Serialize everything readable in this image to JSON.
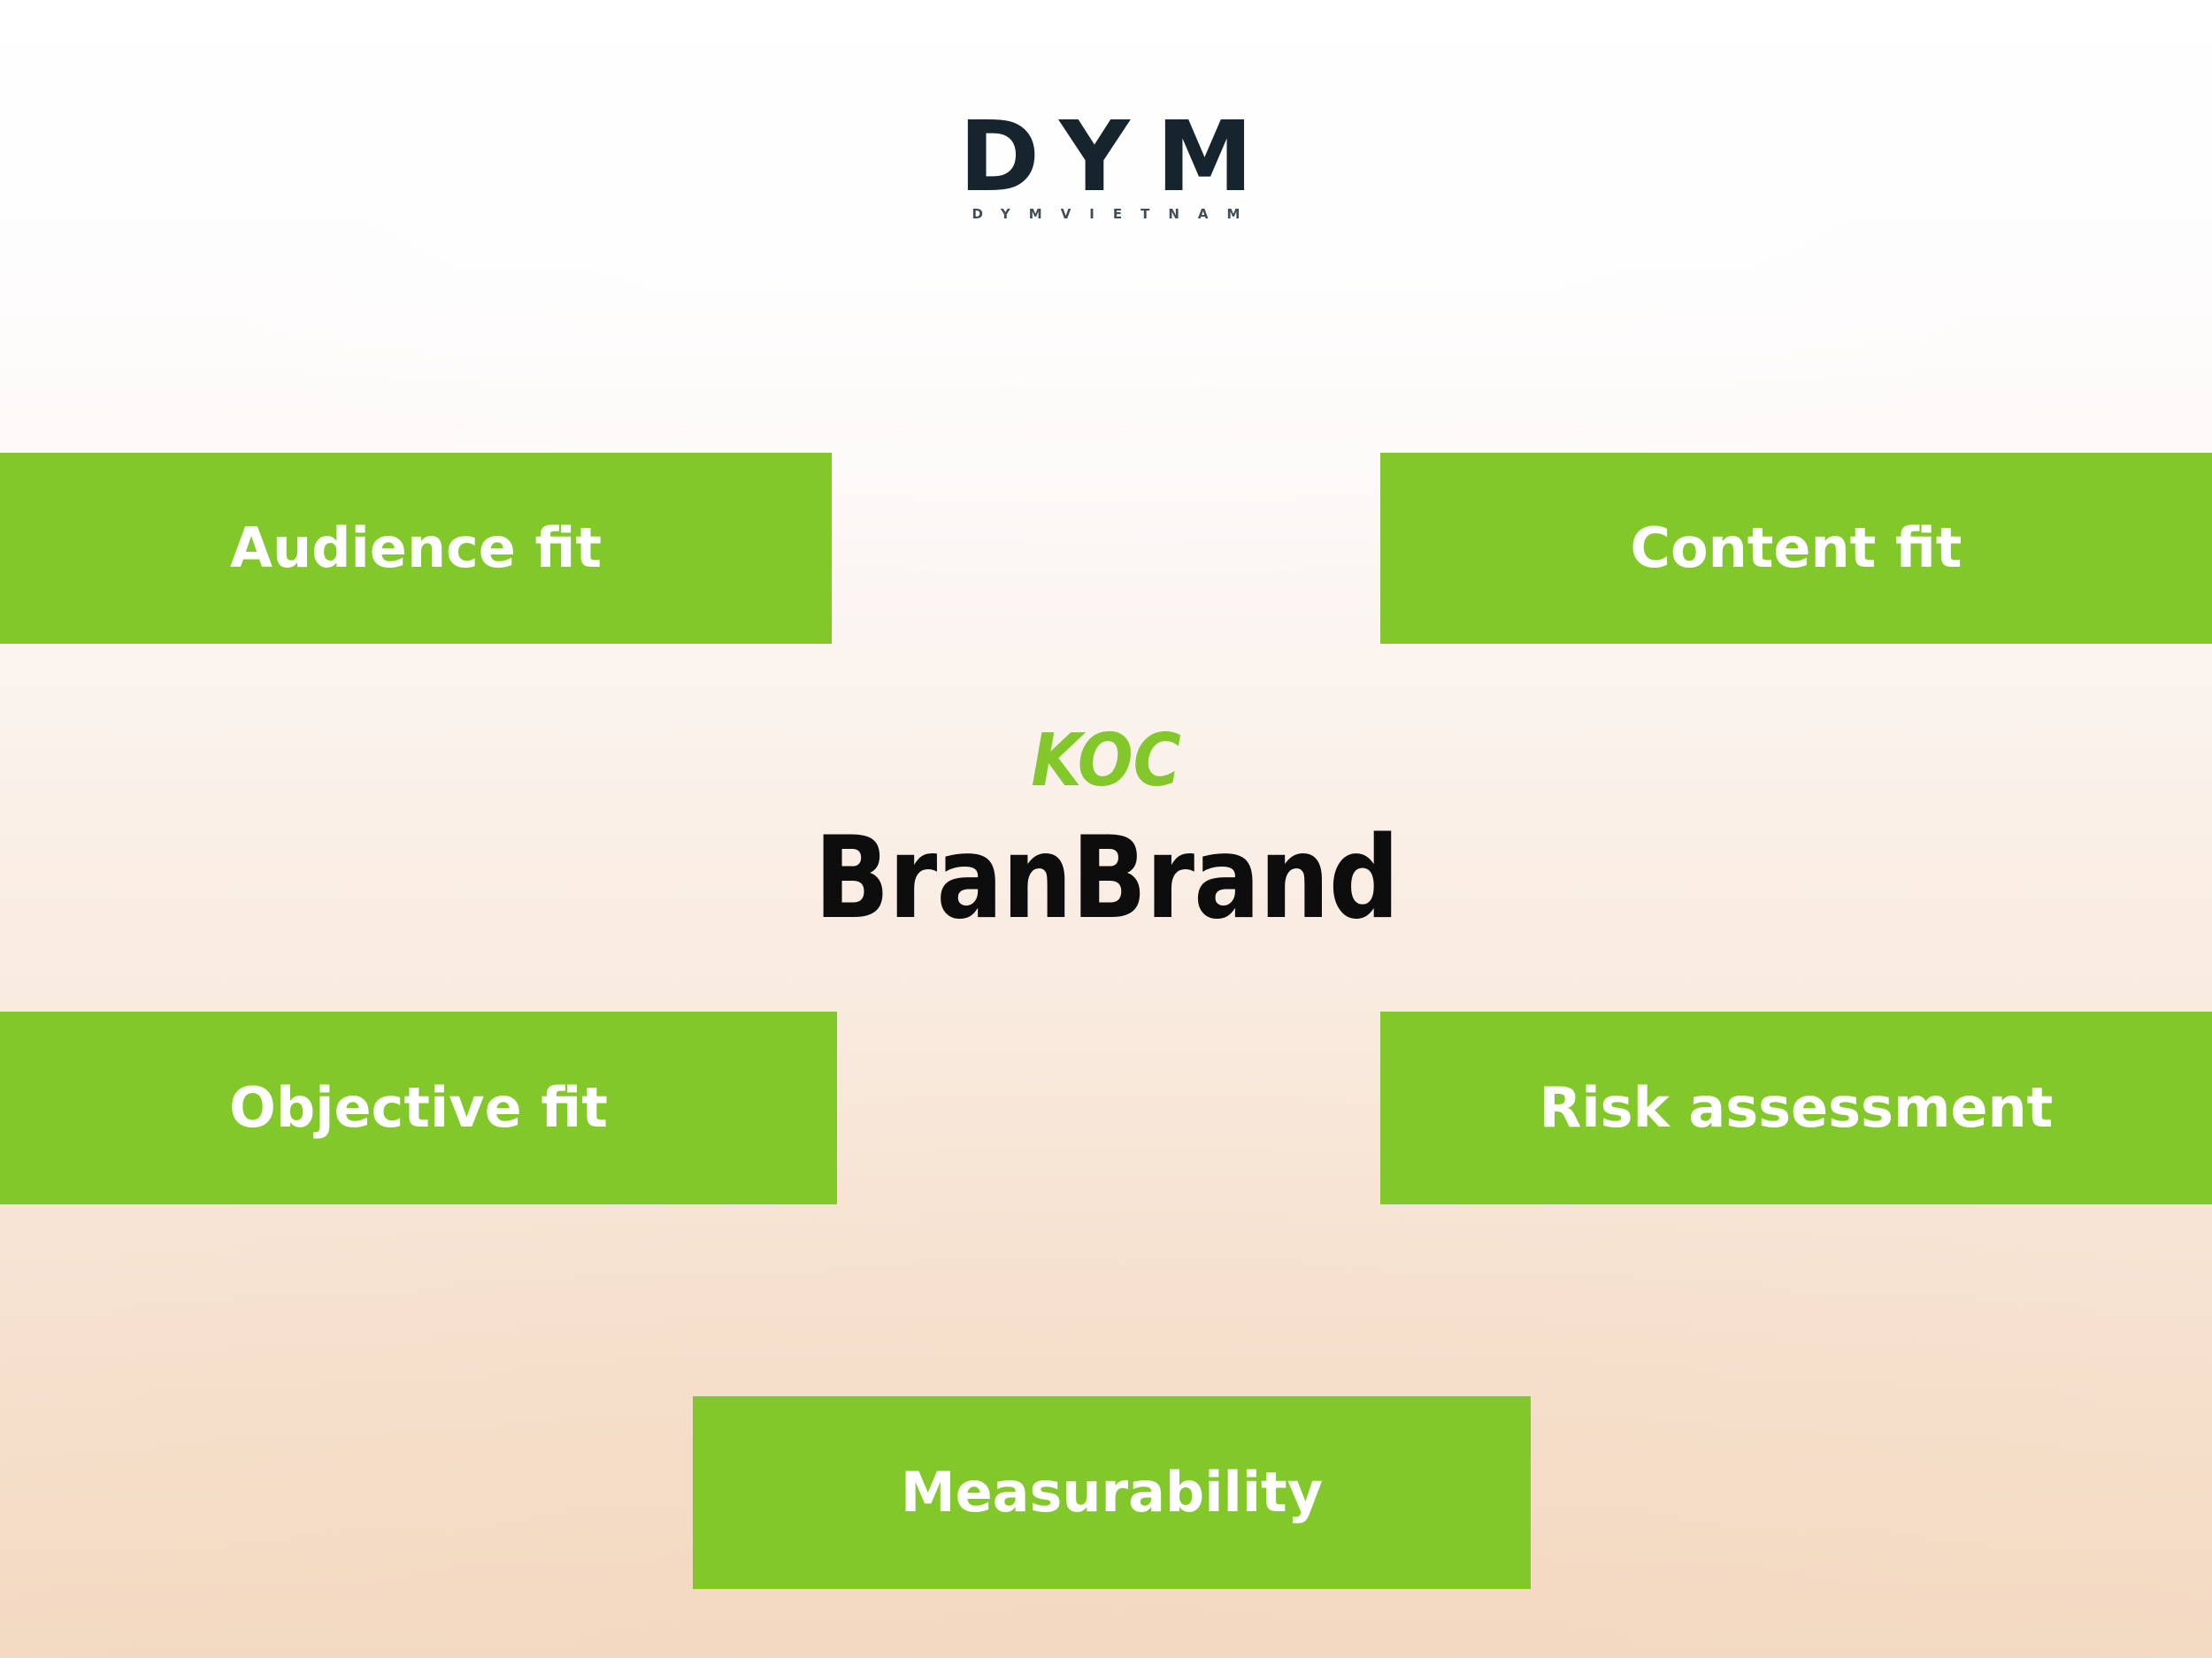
{
  "logo": {
    "text": "DYM",
    "subtext": "DYMVIETNAM"
  },
  "center": {
    "koc": "KOC",
    "title": "BranBrand"
  },
  "boxes": [
    {
      "id": "audience-fit",
      "label": "Audience fit"
    },
    {
      "id": "content-fit",
      "label": "Content fit"
    },
    {
      "id": "objective-fit",
      "label": "Objective fit"
    },
    {
      "id": "risk-assessment",
      "label": "Risk assessment"
    },
    {
      "id": "measurability",
      "label": "Measurability"
    }
  ],
  "colors": {
    "accent_green": "#83c82b",
    "logo_dark": "#16242e",
    "logo_subtext_gray": "#414d55",
    "title_black": "#0d0d0d",
    "box_text_white": "#ffffff",
    "background_top": "#ffffff",
    "background_bottom": "#f3dac3"
  }
}
